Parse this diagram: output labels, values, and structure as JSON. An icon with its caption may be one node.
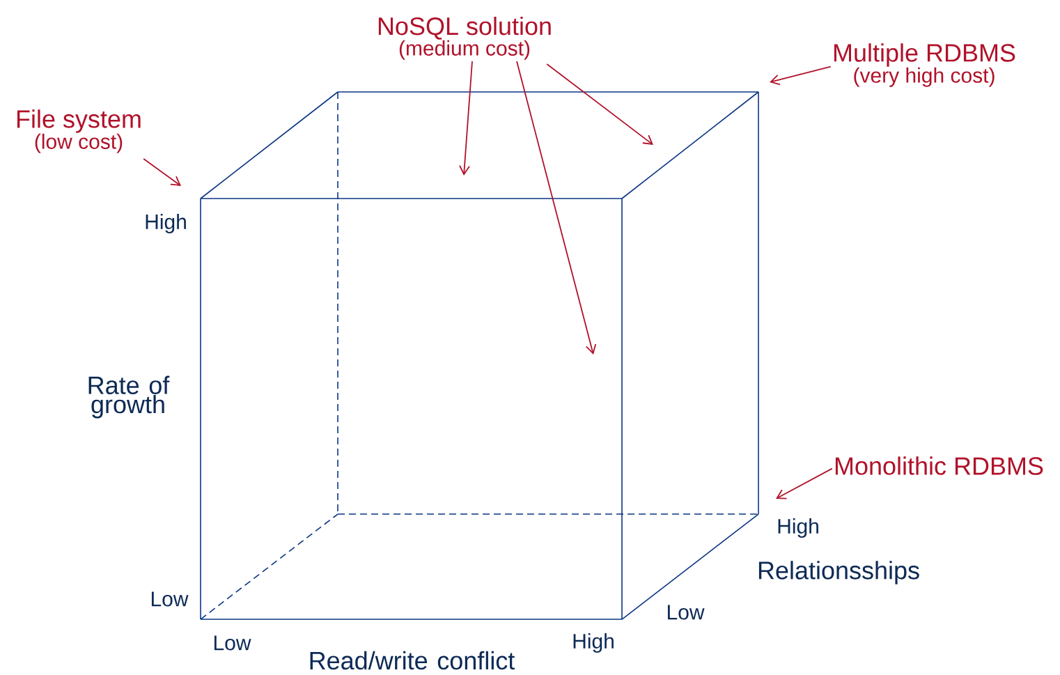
{
  "diagram": {
    "nodes": [
      {
        "text": [
          "File system",
          "(low cost)"
        ]
      },
      {
        "text": [
          "NoSQL solution",
          "(medium cost)"
        ]
      },
      {
        "text": [
          "Multiple RDBMS",
          "(very high cost)"
        ]
      },
      {
        "text": [
          "Monolithic RDBMS"
        ]
      }
    ],
    "edges": [
      {
        "from": 0,
        "to": null,
        "arrow": "to"
      },
      {
        "from": 1,
        "to": null,
        "arrow": "to"
      },
      {
        "from": 1,
        "to": null,
        "arrow": "to"
      },
      {
        "from": 1,
        "to": null,
        "arrow": "to"
      },
      {
        "from": 2,
        "to": null,
        "arrow": "to"
      },
      {
        "from": 3,
        "to": null,
        "arrow": "to"
      }
    ],
    "labels": [
      "High",
      "Rate of growth",
      "High",
      "Relationsships",
      "Low",
      "Low",
      "Low",
      "High",
      "Read/write conflict"
    ]
  }
}
